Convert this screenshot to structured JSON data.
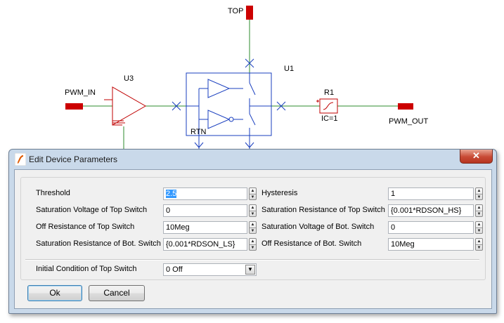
{
  "schematic": {
    "labels": {
      "top": "TOP",
      "u1": "U1",
      "u3": "U3",
      "pwm_in": "PWM_IN",
      "r1": "R1",
      "ic": "IC=1",
      "pwm_out": "PWM_OUT",
      "rtn": "RTN"
    },
    "colors": {
      "wire": "#2e8b2e",
      "part": "#c00000",
      "block": "#1a3fbf",
      "pin_marker": "#1a3fbf"
    }
  },
  "dialog": {
    "title": "Edit Device Parameters",
    "close_glyph": "✕",
    "fields": [
      {
        "label": "Threshold",
        "value": "2.5",
        "selected": true
      },
      {
        "label": "Hysteresis",
        "value": "1"
      },
      {
        "label": "Saturation Voltage of Top Switch",
        "value": "0"
      },
      {
        "label": "Saturation Resistance of Top Switch",
        "value": "{0.001*RDSON_HS}"
      },
      {
        "label": "Off Resistance of Top Switch",
        "value": "10Meg"
      },
      {
        "label": "Saturation Voltage of Bot. Switch",
        "value": "0"
      },
      {
        "label": "Saturation Resistance of Bot. Switch",
        "value": "{0.001*RDSON_LS}"
      },
      {
        "label": "Off Resistance of Bot. Switch",
        "value": "10Meg"
      }
    ],
    "initial_condition": {
      "label": "Initial Condition of Top Switch",
      "value": "0 Off"
    },
    "buttons": {
      "ok": "Ok",
      "cancel": "Cancel"
    }
  }
}
